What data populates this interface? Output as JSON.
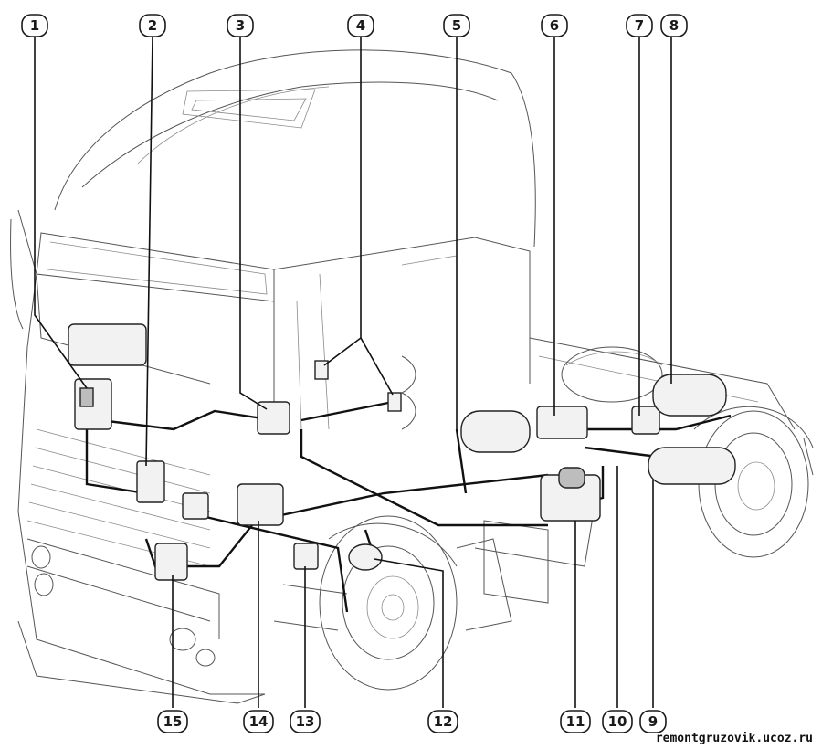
{
  "callouts": [
    {
      "id": "1",
      "label": "1"
    },
    {
      "id": "2",
      "label": "2"
    },
    {
      "id": "3",
      "label": "3"
    },
    {
      "id": "4",
      "label": "4"
    },
    {
      "id": "5",
      "label": "5"
    },
    {
      "id": "6",
      "label": "6"
    },
    {
      "id": "7",
      "label": "7"
    },
    {
      "id": "8",
      "label": "8"
    },
    {
      "id": "9",
      "label": "9"
    },
    {
      "id": "10",
      "label": "10"
    },
    {
      "id": "11",
      "label": "11"
    },
    {
      "id": "12",
      "label": "12"
    },
    {
      "id": "13",
      "label": "13"
    },
    {
      "id": "14",
      "label": "14"
    },
    {
      "id": "15",
      "label": "15"
    }
  ],
  "watermark": "remontgruzovik.ucoz.ru",
  "colors": {
    "line": "#111111",
    "outline": "#555555",
    "background": "#ffffff"
  }
}
